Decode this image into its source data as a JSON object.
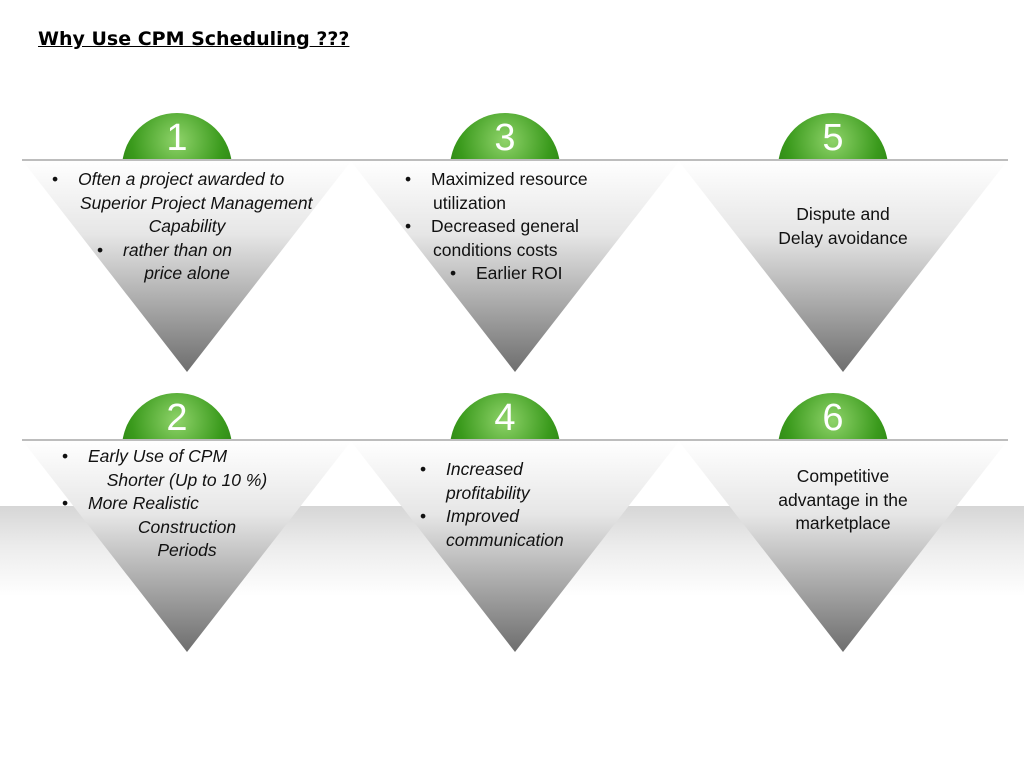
{
  "title": "Why Use CPM Scheduling ???",
  "colors": {
    "badge_green": "#3a9a1c",
    "badge_green_light": "#8fd36a",
    "triangle_top": "#ffffff",
    "triangle_bottom": "#6e6e6e"
  },
  "cards": [
    {
      "number": "1",
      "lines": [
        {
          "bullet": "•",
          "text": "Often a project awarded to"
        },
        {
          "bullet": "",
          "text": "Superior Project Management"
        },
        {
          "bullet": "",
          "text": "Capability"
        },
        {
          "bullet": "•",
          "text": "rather than on"
        },
        {
          "bullet": "",
          "text": "price  alone"
        }
      ]
    },
    {
      "number": "3",
      "lines": [
        {
          "bullet": "•",
          "text": "Maximized resource"
        },
        {
          "bullet": "",
          "text": "utilization"
        },
        {
          "bullet": "•",
          "text": "Decreased general"
        },
        {
          "bullet": "",
          "text": "conditions costs"
        },
        {
          "bullet": "•",
          "text": "Earlier ROI"
        }
      ]
    },
    {
      "number": "5",
      "lines": [
        {
          "bullet": "",
          "text": "Dispute and"
        },
        {
          "bullet": "",
          "text": "Delay avoidance"
        }
      ]
    },
    {
      "number": "2",
      "lines": [
        {
          "bullet": "•",
          "text": "Early Use of CPM"
        },
        {
          "bullet": "",
          "text": "Shorter  (Up to 10 %)"
        },
        {
          "bullet": "•",
          "text": "More Realistic"
        },
        {
          "bullet": "",
          "text": "Construction"
        },
        {
          "bullet": "",
          "text": "Periods"
        }
      ]
    },
    {
      "number": "4",
      "lines": [
        {
          "bullet": "•",
          "text": "Increased"
        },
        {
          "bullet": "",
          "text": "profitability"
        },
        {
          "bullet": "•",
          "text": "Improved"
        },
        {
          "bullet": "",
          "text": "communication"
        }
      ]
    },
    {
      "number": "6",
      "lines": [
        {
          "bullet": "",
          "text": "Competitive"
        },
        {
          "bullet": "",
          "text": "advantage in the"
        },
        {
          "bullet": "",
          "text": "marketplace"
        }
      ]
    }
  ]
}
